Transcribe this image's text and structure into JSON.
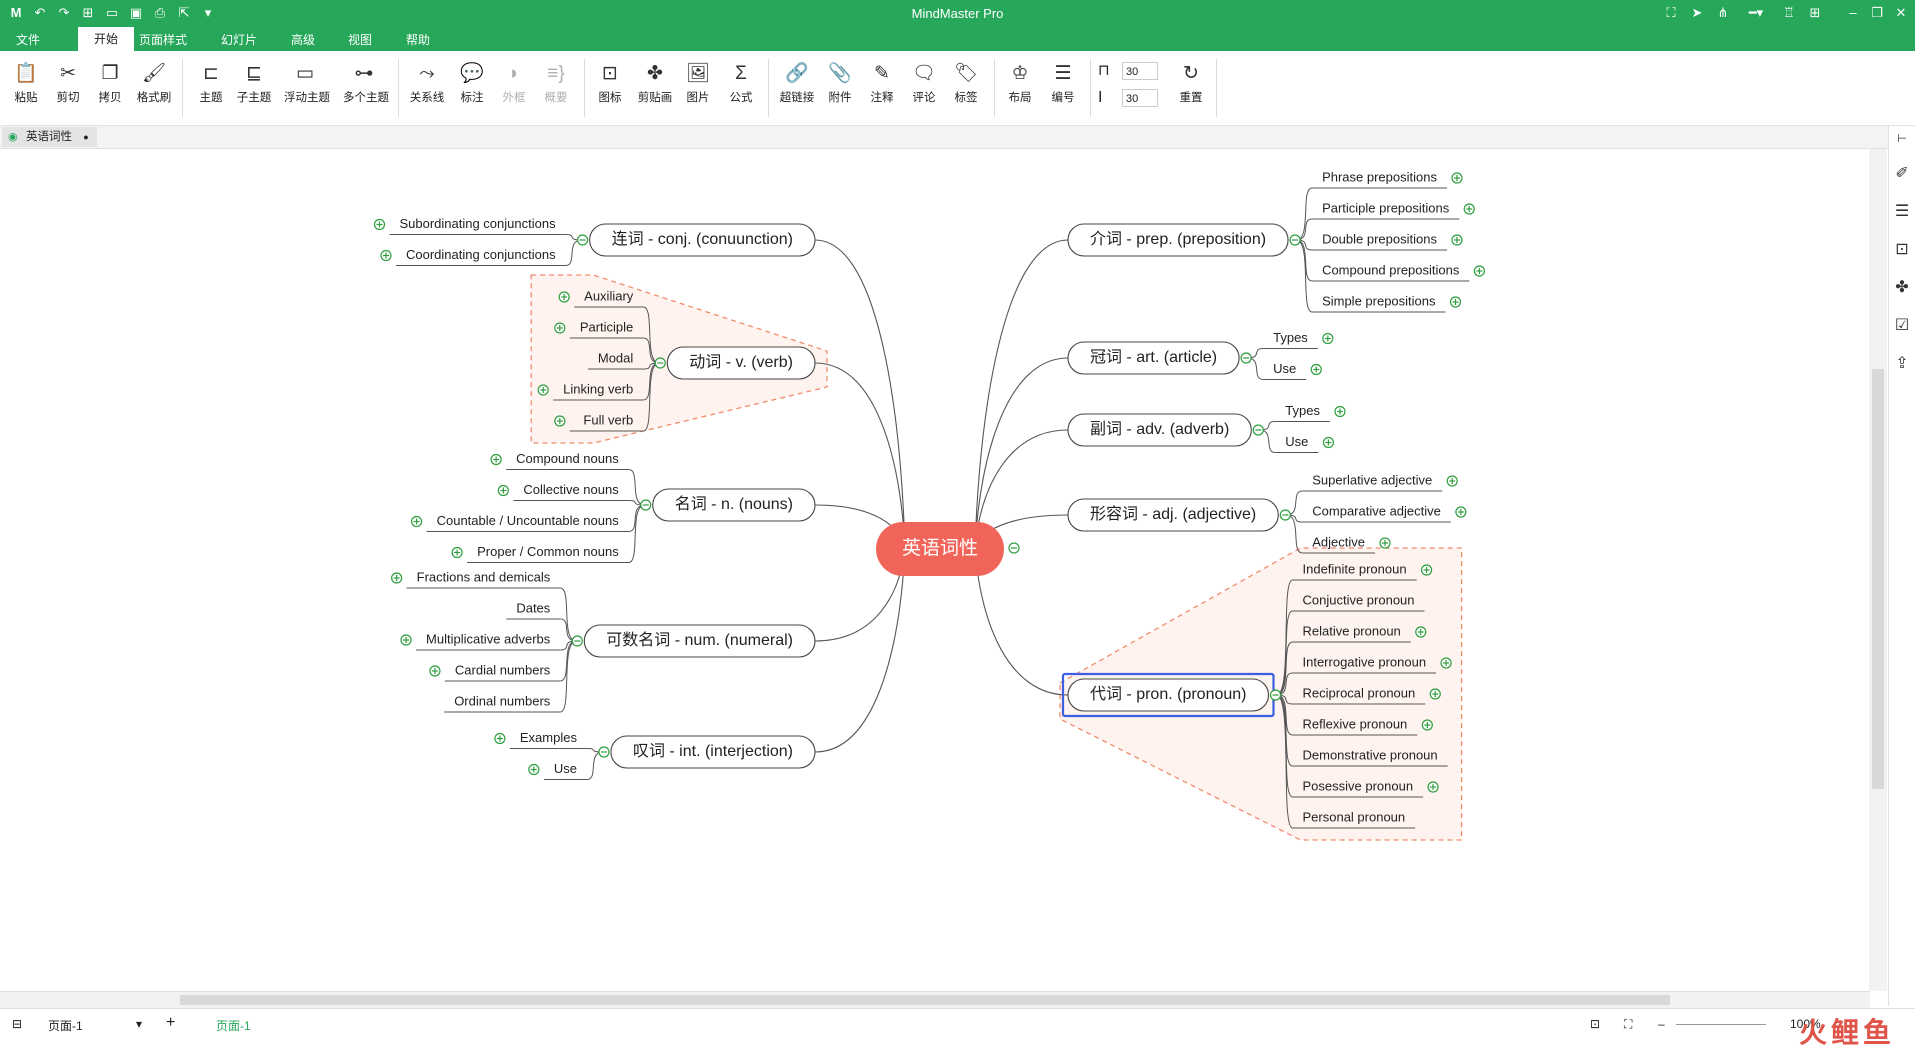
{
  "app": {
    "title": "MindMaster Pro"
  },
  "menu": {
    "tabs": [
      "文件",
      "开始",
      "页面样式",
      "幻灯片",
      "高级",
      "视图",
      "帮助"
    ],
    "active": "开始"
  },
  "ribbon": {
    "groups": [
      [
        "粘贴",
        "剪切",
        "拷贝",
        "格式刷"
      ],
      [
        "主题",
        "子主题",
        "浮动主题",
        "多个主题"
      ],
      [
        "关系线",
        "标注",
        "外框",
        "概要"
      ],
      [
        "图标",
        "剪贴画",
        "图片",
        "公式"
      ],
      [
        "超链接",
        "附件",
        "注释",
        "评论",
        "标签"
      ],
      [
        "布局",
        "编号"
      ],
      [
        "重置"
      ]
    ],
    "spacing_h": "30",
    "spacing_v": "30"
  },
  "document": {
    "tab": "英语词性"
  },
  "status": {
    "page_select": "页面-1",
    "page_tab": "页面-1",
    "zoom": "100%"
  },
  "watermark": "火鲤鱼",
  "colors": {
    "brand": "#27a75a",
    "central": "#f0645a",
    "boundary": "#f08c6e",
    "boundary_fill": "#fff3f0",
    "selection": "#3b5fe0",
    "plus": "#2e9e3e"
  },
  "mindmap": {
    "center": "英语词性",
    "left": [
      {
        "label": "连词 - conj. (conuunction)",
        "children": [
          "Subordinating conjunctions",
          "Coordinating conjunctions"
        ]
      },
      {
        "label": "动词 - v. (verb)",
        "children": [
          "Auxiliary",
          "Participle",
          "Modal",
          "Linking verb",
          "Full  verb"
        ]
      },
      {
        "label": "名词 - n. (nouns)",
        "children": [
          "Compound nouns",
          "Collective nouns",
          "Countable / Uncountable nouns",
          "Proper / Common nouns"
        ]
      },
      {
        "label": "可数名词 - num. (numeral)",
        "children": [
          "Fractions and demicals",
          "Dates",
          "Multiplicative adverbs",
          "Cardial numbers",
          "Ordinal numbers"
        ]
      },
      {
        "label": "叹词 - int. (interjection)",
        "children": [
          "Examples",
          "Use"
        ]
      }
    ],
    "right": [
      {
        "label": "介词 - prep. (preposition)",
        "children": [
          "Phrase prepositions",
          "Participle prepositions",
          "Double prepositions",
          "Compound prepositions",
          "Simple prepositions"
        ]
      },
      {
        "label": "冠词 - art. (article)",
        "children": [
          "Types",
          "Use"
        ]
      },
      {
        "label": "副词 - adv. (adverb)",
        "children": [
          "Types",
          "Use"
        ]
      },
      {
        "label": "形容词 - adj. (adjective)",
        "children": [
          "Superlative adjective",
          "Comparative adjective",
          "Adjective"
        ]
      },
      {
        "label": "代词 - pron. (pronoun)",
        "children": [
          "Indefinite pronoun",
          "Conjuctive pronoun",
          "Relative pronoun",
          "Interrogative pronoun",
          "Reciprocal pronoun",
          "Reflexive pronoun",
          "Demonstrative pronoun",
          "Posessive pronoun",
          "Personal pronoun"
        ]
      }
    ]
  }
}
